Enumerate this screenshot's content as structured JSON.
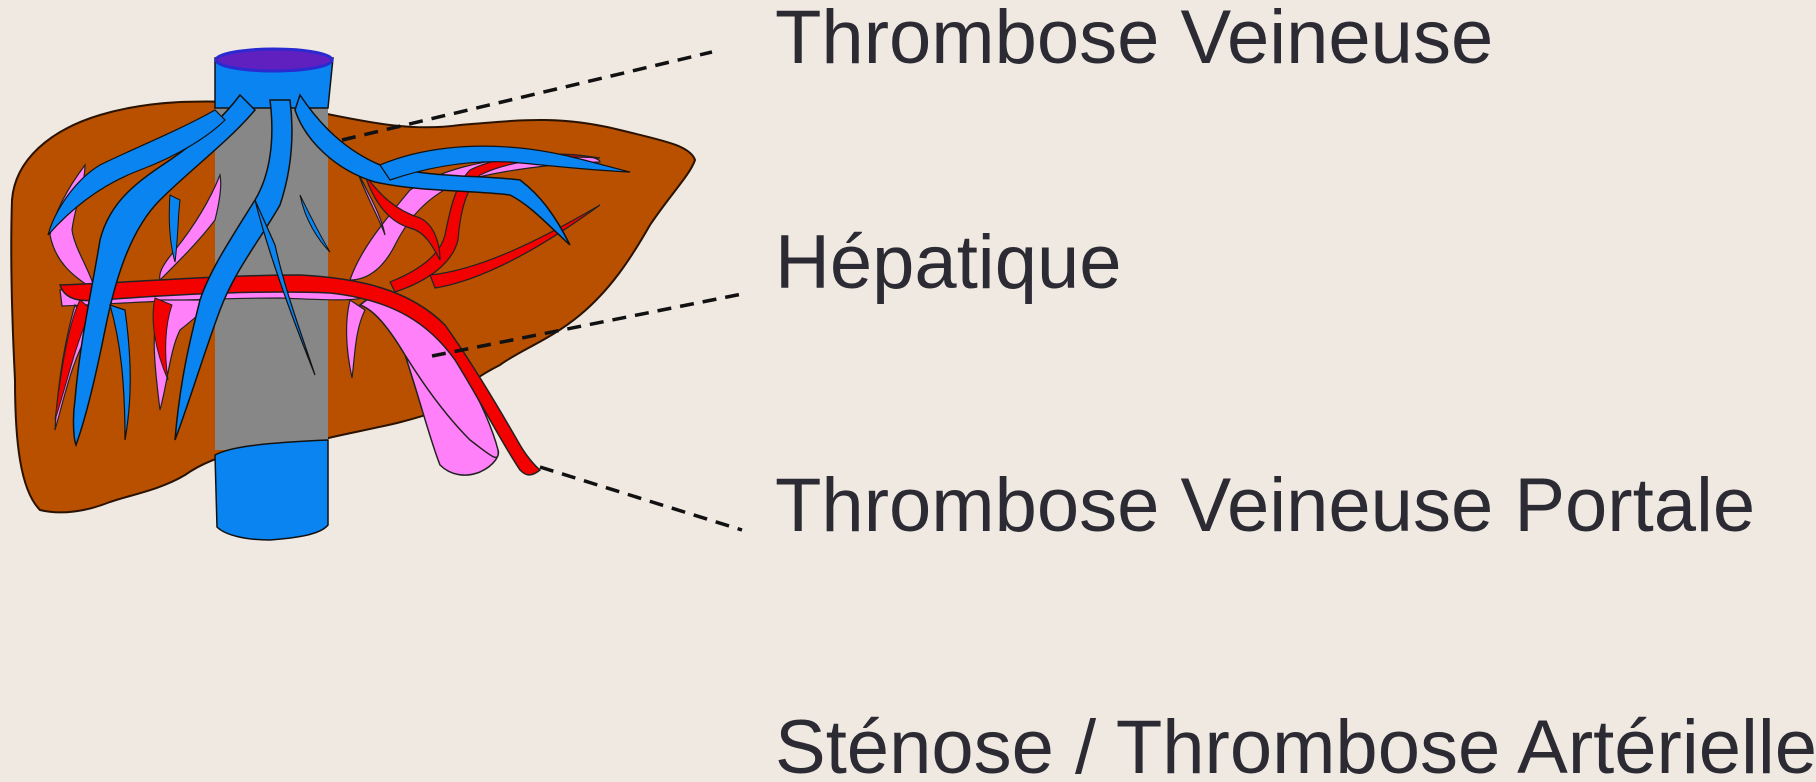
{
  "labels": [
    "Thrombose Veineuse",
    "Hépatique",
    "Thrombose Veineuse Portale",
    "Sténose / Thrombose Artérielle"
  ],
  "colors": {
    "background": "#efe9e2",
    "liver": "#b85000",
    "vena_cava": "#0a84f0",
    "vena_cava_top": "#6020c0",
    "vena_cava_behind": "#878787",
    "portal_vein": "#ff80f8",
    "hepatic_artery": "#f30000",
    "text": "#2c2b33"
  },
  "icons": [
    "liver-illustration"
  ]
}
